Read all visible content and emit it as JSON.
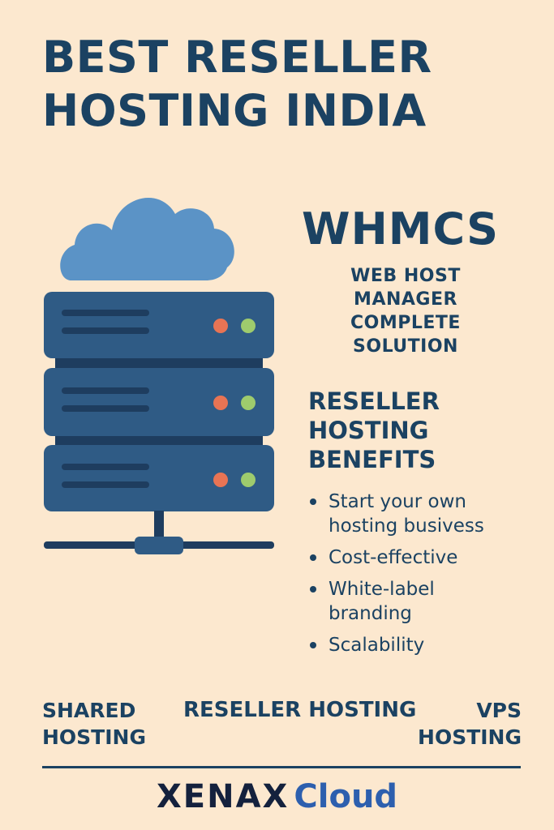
{
  "title_lines": [
    "BEST RESELLER",
    "HOSTING INDIA"
  ],
  "whmcs": {
    "title": "WHMCS",
    "subtitle_lines": [
      "WEB HOST",
      "MANAGER",
      "COMPLETE",
      "SOLUTION"
    ]
  },
  "benefits": {
    "title_lines": [
      "RESELLER",
      "HOSTING",
      "BENEFITS"
    ],
    "items": [
      [
        "Start your own",
        "hosting busivess"
      ],
      [
        "Cost-effective"
      ],
      [
        "White-label",
        "branding"
      ],
      [
        "Scalability"
      ]
    ]
  },
  "nav": {
    "shared_lines": [
      "SHARED",
      "HOSTING"
    ],
    "reseller": "RESELLER HOSTING",
    "vps_lines": [
      "VPS",
      "HOSTING"
    ]
  },
  "brand": {
    "part1": "XENAX",
    "part2": "Cloud"
  },
  "colors": {
    "background": "#fce8cf",
    "navy": "#1b4262",
    "server_blue": "#2f5b85",
    "cloud_blue": "#5b93c6",
    "led_red": "#e87454",
    "led_green": "#9ecb6d",
    "brand_accent": "#2d5fae"
  },
  "icons": [
    "cloud-icon",
    "server-rack-icon",
    "network-icon"
  ]
}
